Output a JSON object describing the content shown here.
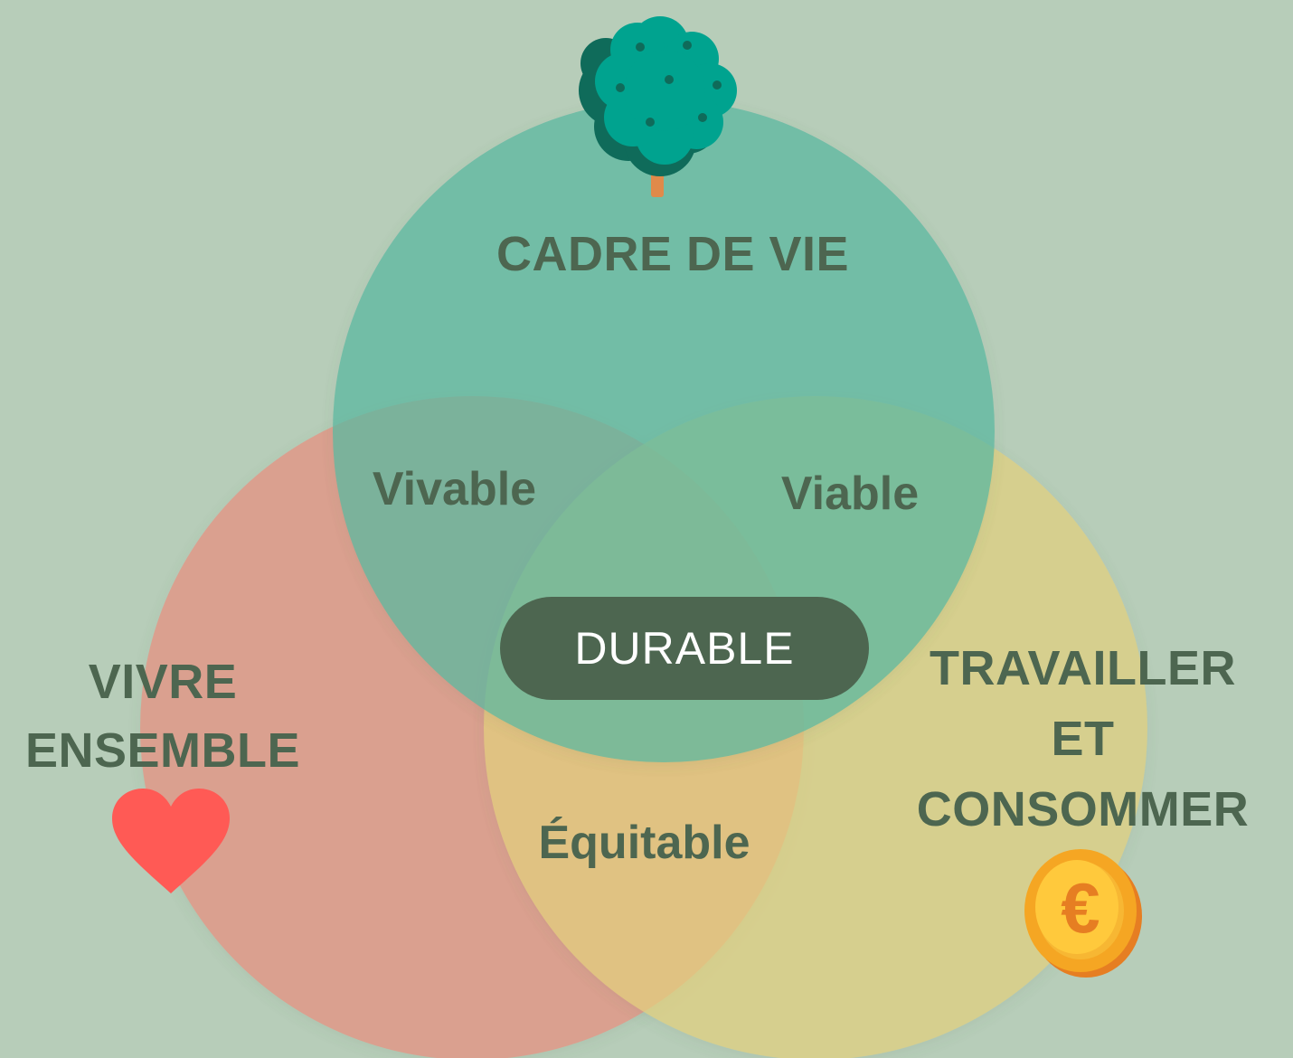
{
  "colors": {
    "background": "#b7cdb9",
    "circle_cadre": "#5bb8a0",
    "circle_vivre": "#e8907f",
    "circle_travailler": "#e3d07e",
    "text": "#4d6650",
    "pill": "#4d6650",
    "pill_text": "#ffffff"
  },
  "sets": {
    "cadre_de_vie": {
      "label": "CADRE DE VIE",
      "icon": "tree-icon"
    },
    "vivre_ensemble": {
      "label_line1": "VIVRE",
      "label_line2": "ENSEMBLE",
      "icon": "heart-icon"
    },
    "travailler": {
      "label_line1": "TRAVAILLER",
      "label_line2": "ET",
      "label_line3": "CONSOMMER",
      "icon": "euro-coin-icon"
    }
  },
  "overlaps": {
    "cadre_vivre": "Vivable",
    "cadre_travailler": "Viable",
    "vivre_travailler": "Équitable"
  },
  "center": {
    "label": "DURABLE"
  }
}
